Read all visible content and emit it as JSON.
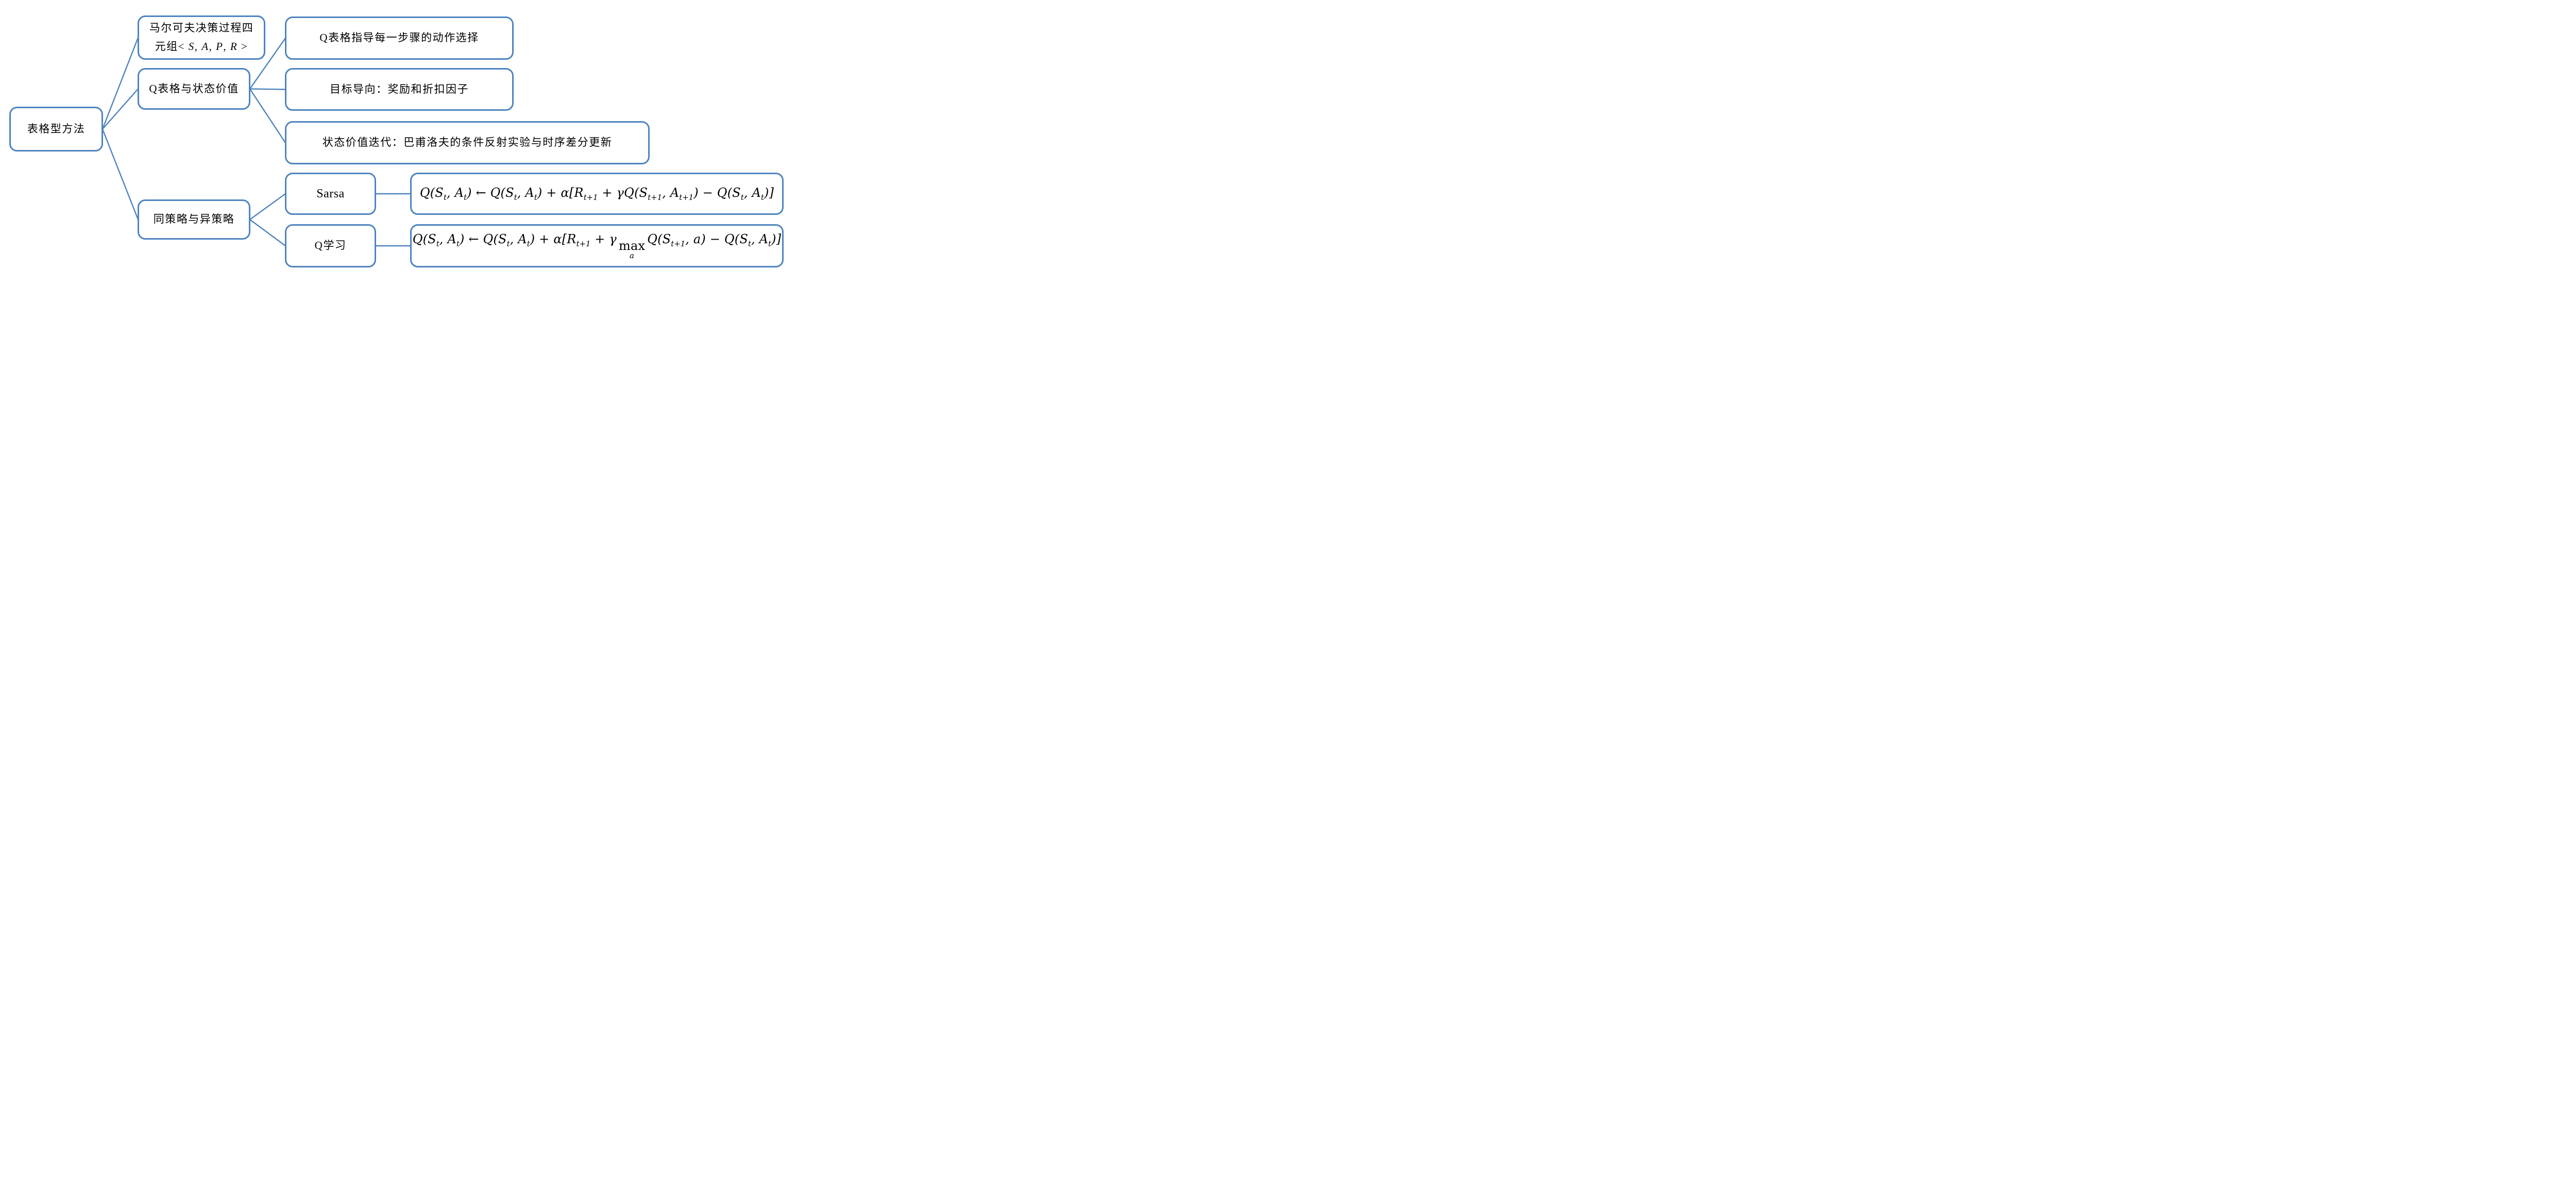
{
  "diagram": {
    "accent_color": "#4e84bf",
    "background_color": "#ffffff",
    "text_color": "#000000",
    "nodes": {
      "root": {
        "label": "表格型方法"
      },
      "mdp": {
        "tokens": [
          {
            "t": "马尔可夫决策过程四"
          },
          {
            "br": true
          },
          {
            "t": "元组< "
          },
          {
            "t": "S",
            "it": true
          },
          {
            "t": ", "
          },
          {
            "t": "A",
            "it": true
          },
          {
            "t": ", "
          },
          {
            "t": "P",
            "it": true
          },
          {
            "t": ", "
          },
          {
            "t": "R",
            "it": true
          },
          {
            "t": " >"
          }
        ]
      },
      "qtable": {
        "label": "Q表格与状态价值"
      },
      "q_guide": {
        "label": "Q表格指导每一步骤的动作选择"
      },
      "goal": {
        "label": "目标导向：奖励和折扣因子"
      },
      "value_iter": {
        "label": "状态价值迭代：巴甫洛夫的条件反射实验与时序差分更新"
      },
      "policy": {
        "label": "同策略与异策略"
      },
      "sarsa": {
        "label": "Sarsa"
      },
      "sarsa_formula": {
        "tokens": [
          {
            "t": "Q(S"
          },
          {
            "sub": "t"
          },
          {
            "t": ", A"
          },
          {
            "sub": "t"
          },
          {
            "t": ") ← Q(S"
          },
          {
            "sub": "t"
          },
          {
            "t": ", A"
          },
          {
            "sub": "t"
          },
          {
            "t": ") + α[R"
          },
          {
            "sub": "t+1"
          },
          {
            "t": " + γQ(S"
          },
          {
            "sub": "t+1"
          },
          {
            "t": ", A"
          },
          {
            "sub": "t+1"
          },
          {
            "t": ") − Q(S"
          },
          {
            "sub": "t"
          },
          {
            "t": ", A"
          },
          {
            "sub": "t"
          },
          {
            "t": ")]"
          }
        ]
      },
      "qlearn": {
        "label": "Q学习"
      },
      "qlearn_formula": {
        "tokens": [
          {
            "t": "Q(S"
          },
          {
            "sub": "t"
          },
          {
            "t": ", A"
          },
          {
            "sub": "t"
          },
          {
            "t": ") ← Q(S"
          },
          {
            "sub": "t"
          },
          {
            "t": ", A"
          },
          {
            "sub": "t"
          },
          {
            "t": ") + α[R"
          },
          {
            "sub": "t+1"
          },
          {
            "t": " + γ"
          },
          {
            "base": "max",
            "under": "a"
          },
          {
            "t": "Q(S"
          },
          {
            "sub": "t+1"
          },
          {
            "t": ", a) − Q(S"
          },
          {
            "sub": "t"
          },
          {
            "t": ", A"
          },
          {
            "sub": "t"
          },
          {
            "t": ")]"
          }
        ]
      }
    }
  }
}
